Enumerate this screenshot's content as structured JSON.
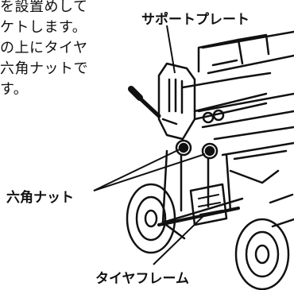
{
  "instructions": {
    "lines": [
      "を設置めして",
      "ケトします。",
      "の上にタイヤ",
      "六角ナットで",
      "す。"
    ]
  },
  "callouts": {
    "support_plate": "サポートプレート",
    "hex_nut": "六角ナット",
    "tire_frame": "タイヤフレーム"
  }
}
